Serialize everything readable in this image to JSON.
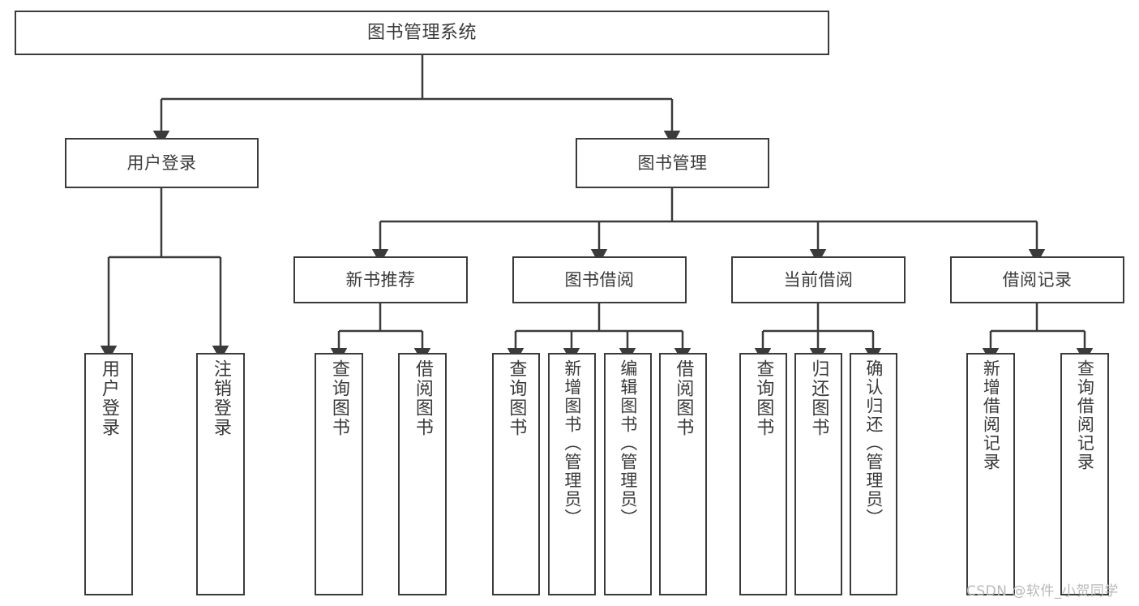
{
  "diagram": {
    "title": "图书管理系统",
    "type": "hierarchy-tree",
    "root": {
      "label": "图书管理系统"
    },
    "level2": [
      {
        "label": "用户登录"
      },
      {
        "label": "图书管理"
      }
    ],
    "level3": [
      {
        "label": "新书推荐"
      },
      {
        "label": "图书借阅"
      },
      {
        "label": "当前借阅"
      },
      {
        "label": "借阅记录"
      }
    ],
    "leaves": {
      "user_login": [
        {
          "label": "用户登录"
        },
        {
          "label": "注销登录"
        }
      ],
      "new_book_recommend": [
        {
          "label": "查询图书"
        },
        {
          "label": "借阅图书"
        }
      ],
      "book_borrow": [
        {
          "label": "查询图书"
        },
        {
          "label": "新增图书（管理员）"
        },
        {
          "label": "编辑图书（管理员）"
        },
        {
          "label": "借阅图书"
        }
      ],
      "current_borrow": [
        {
          "label": "查询图书"
        },
        {
          "label": "归还图书"
        },
        {
          "label": "确认归还（管理员）"
        }
      ],
      "borrow_record": [
        {
          "label": "新增借阅记录"
        },
        {
          "label": "查询借阅记录"
        }
      ]
    }
  },
  "watermark": {
    "text": "CSDN @软件_小贺同学"
  },
  "colors": {
    "stroke": "#3b3b3b",
    "fill": "#ffffff",
    "text": "#3a3a3a",
    "watermark": "#b9b9b9"
  }
}
